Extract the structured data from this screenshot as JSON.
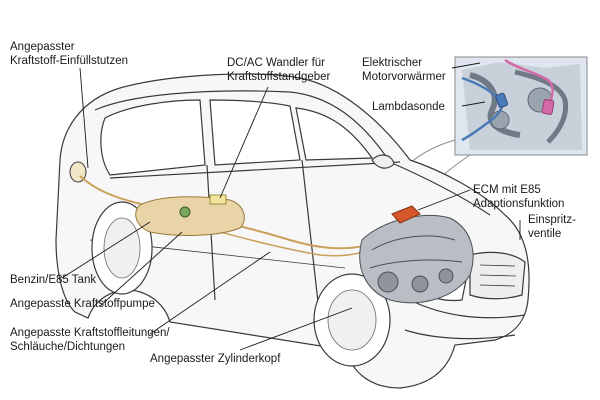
{
  "labels": {
    "filler_neck": [
      "Angepasster",
      "Kraftstoff-Einfüllstutzen"
    ],
    "dcac_converter": [
      "DC/AC Wandler für",
      "Kraftstoffstandgeber"
    ],
    "engine_heater": [
      "Elektrischer",
      "Motorvorwärmer"
    ],
    "lambda_probe": "Lambdasonde",
    "ecm": [
      "ECM mit E85",
      "Adaptionsfunktion"
    ],
    "injectors": [
      "Einspritz-",
      "ventile"
    ],
    "tank": "Benzin/E85 Tank",
    "fuel_pump": "Angepasste Kraftstoffpumpe",
    "fuel_lines": [
      "Angepasste Kraftstoffleitungen/",
      "Schläuche/Dichtungen"
    ],
    "cylinder_head": "Angepasster Zylinderkopf"
  },
  "colors": {
    "car_outline": "#3a3a3a",
    "car_fill": "#f7f7f7",
    "fuel_line": "#c9a15a",
    "tank": "#e9d4a8",
    "ecm": "#d4572a",
    "inset_bg": "#dfe6ef",
    "pink_hose": "#d36aa8",
    "lambda_blue": "#4a7ab8"
  }
}
